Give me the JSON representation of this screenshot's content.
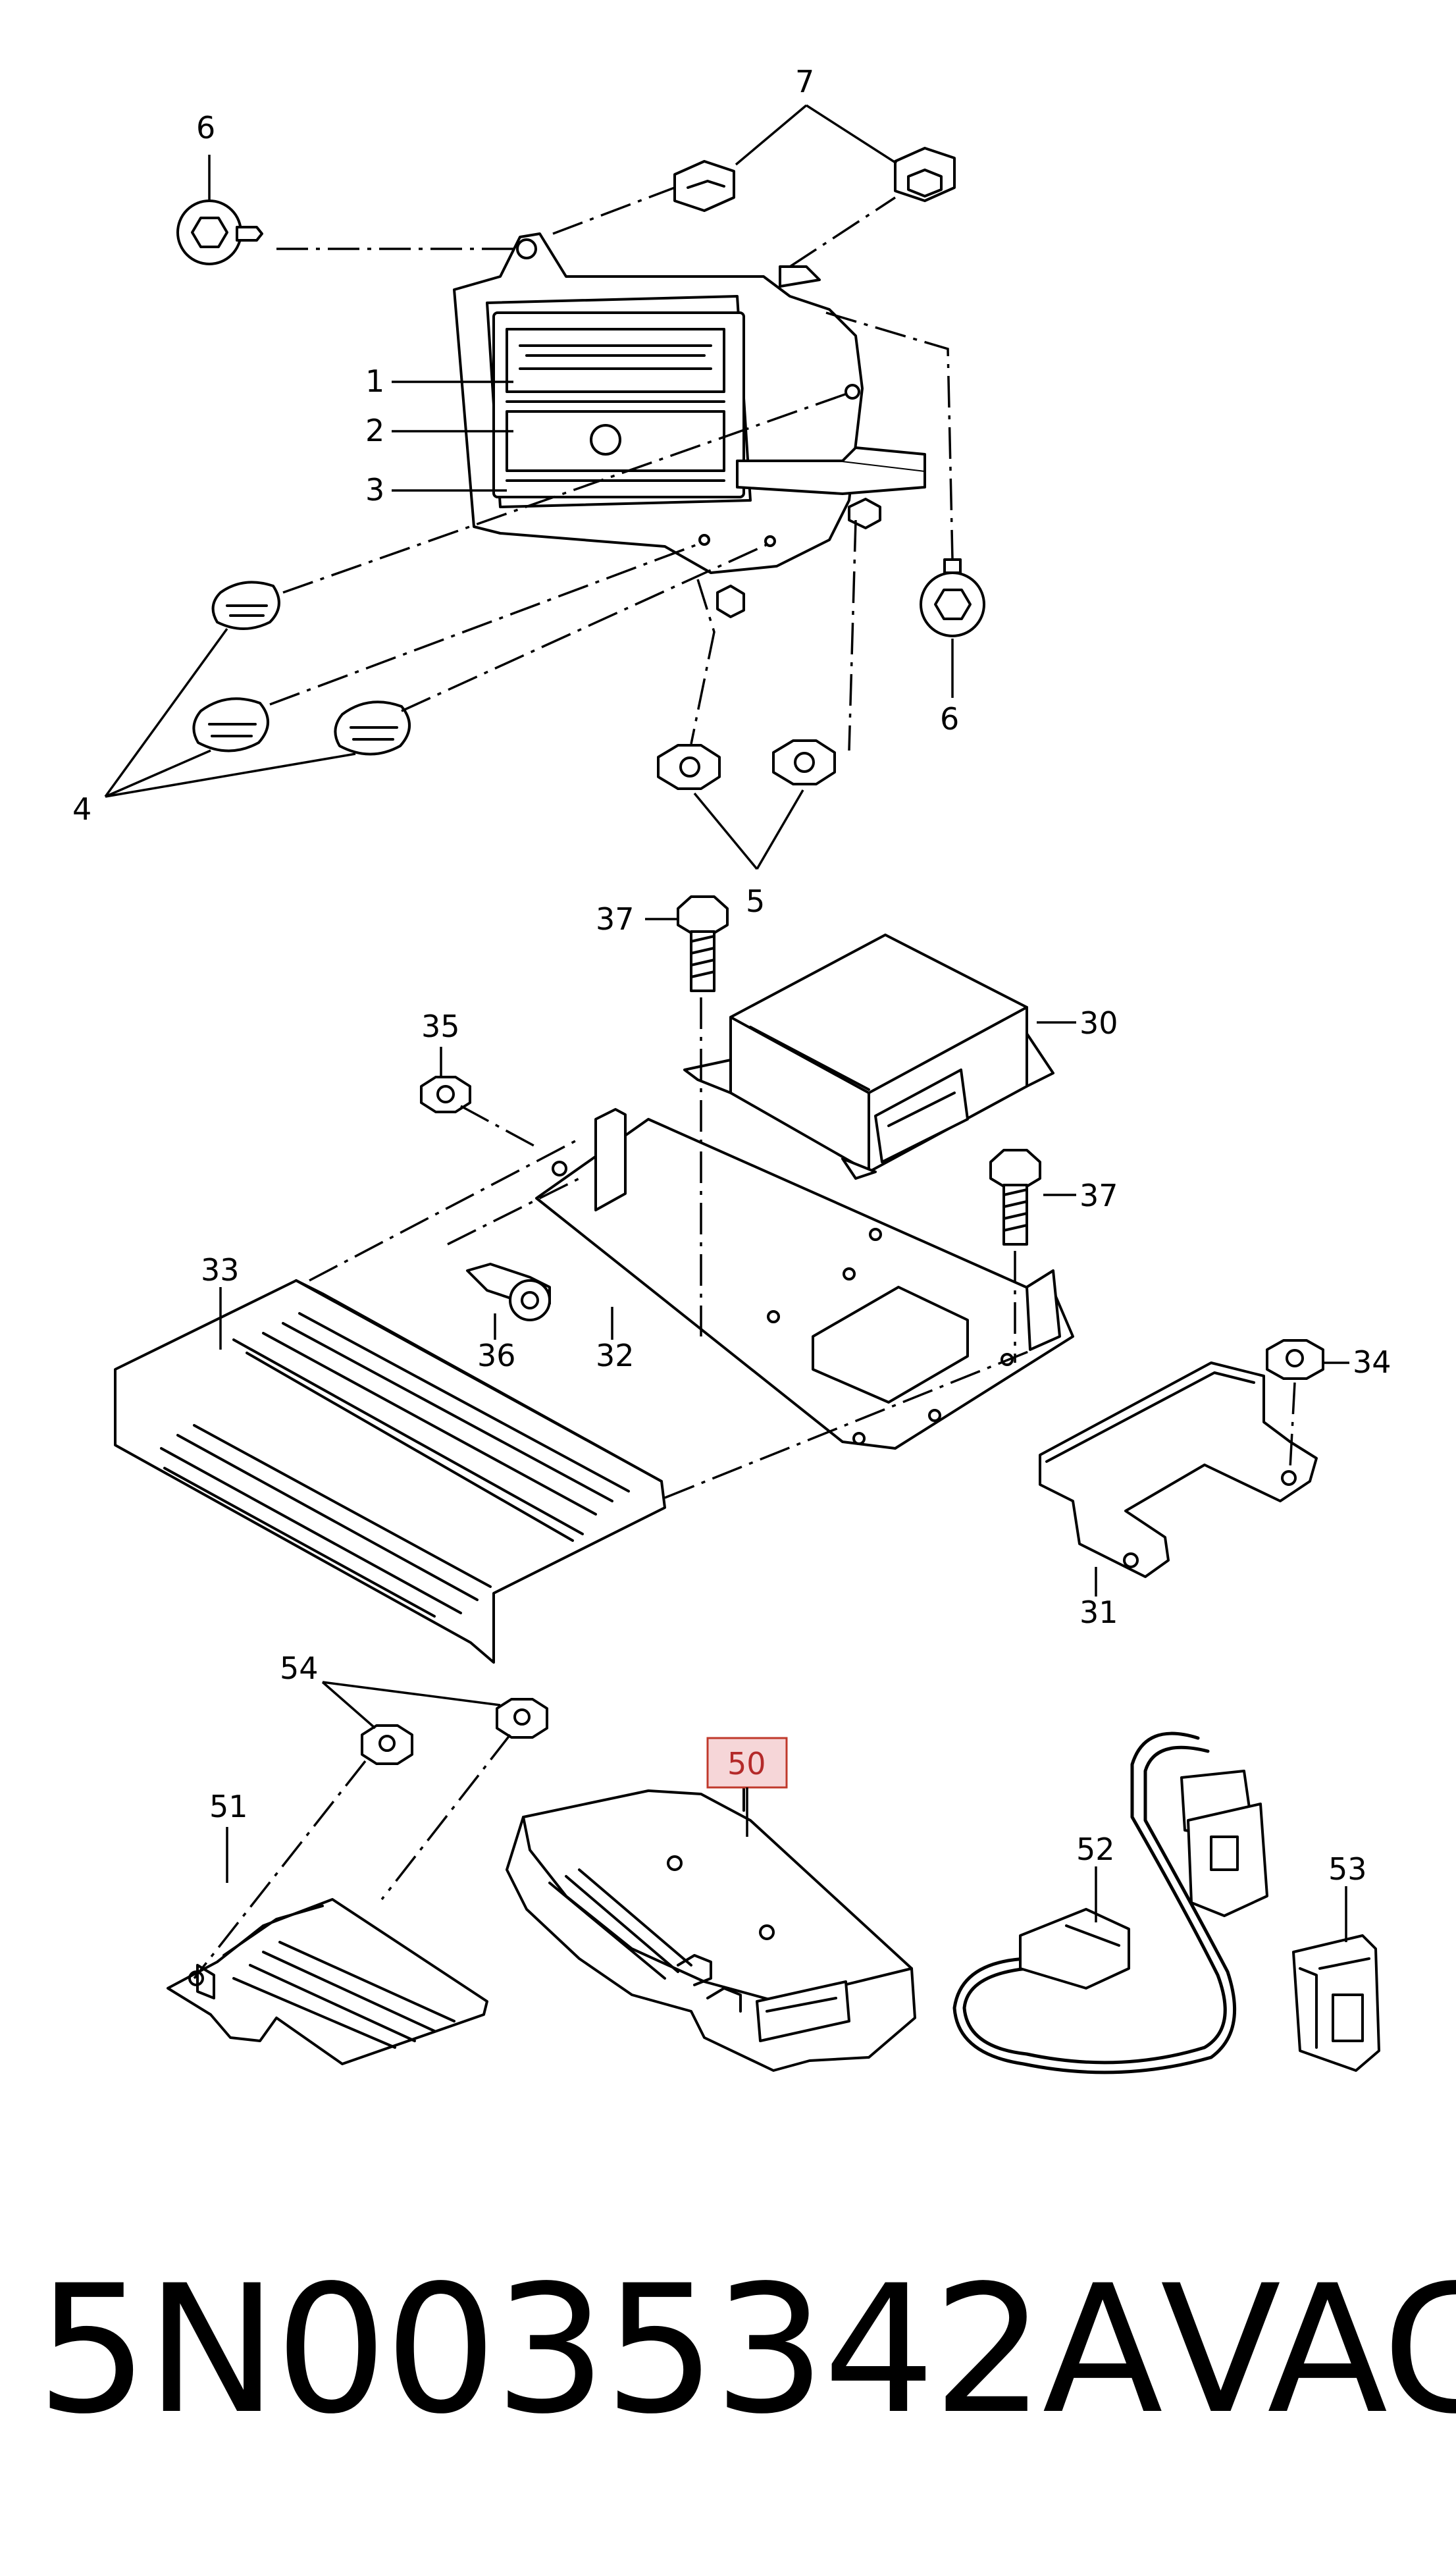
{
  "footer": {
    "part_number": "5N0035342A",
    "brand": "VAG"
  },
  "diagram": {
    "callouts": [
      "1",
      "2",
      "3",
      "4",
      "5",
      "6",
      "6",
      "7",
      "30",
      "31",
      "32",
      "33",
      "34",
      "35",
      "36",
      "37",
      "37",
      "50",
      "51",
      "52",
      "53",
      "54"
    ],
    "highlighted_callout": "50",
    "highlight_color": "#f6d6d8",
    "highlight_border": "#c0392b"
  }
}
